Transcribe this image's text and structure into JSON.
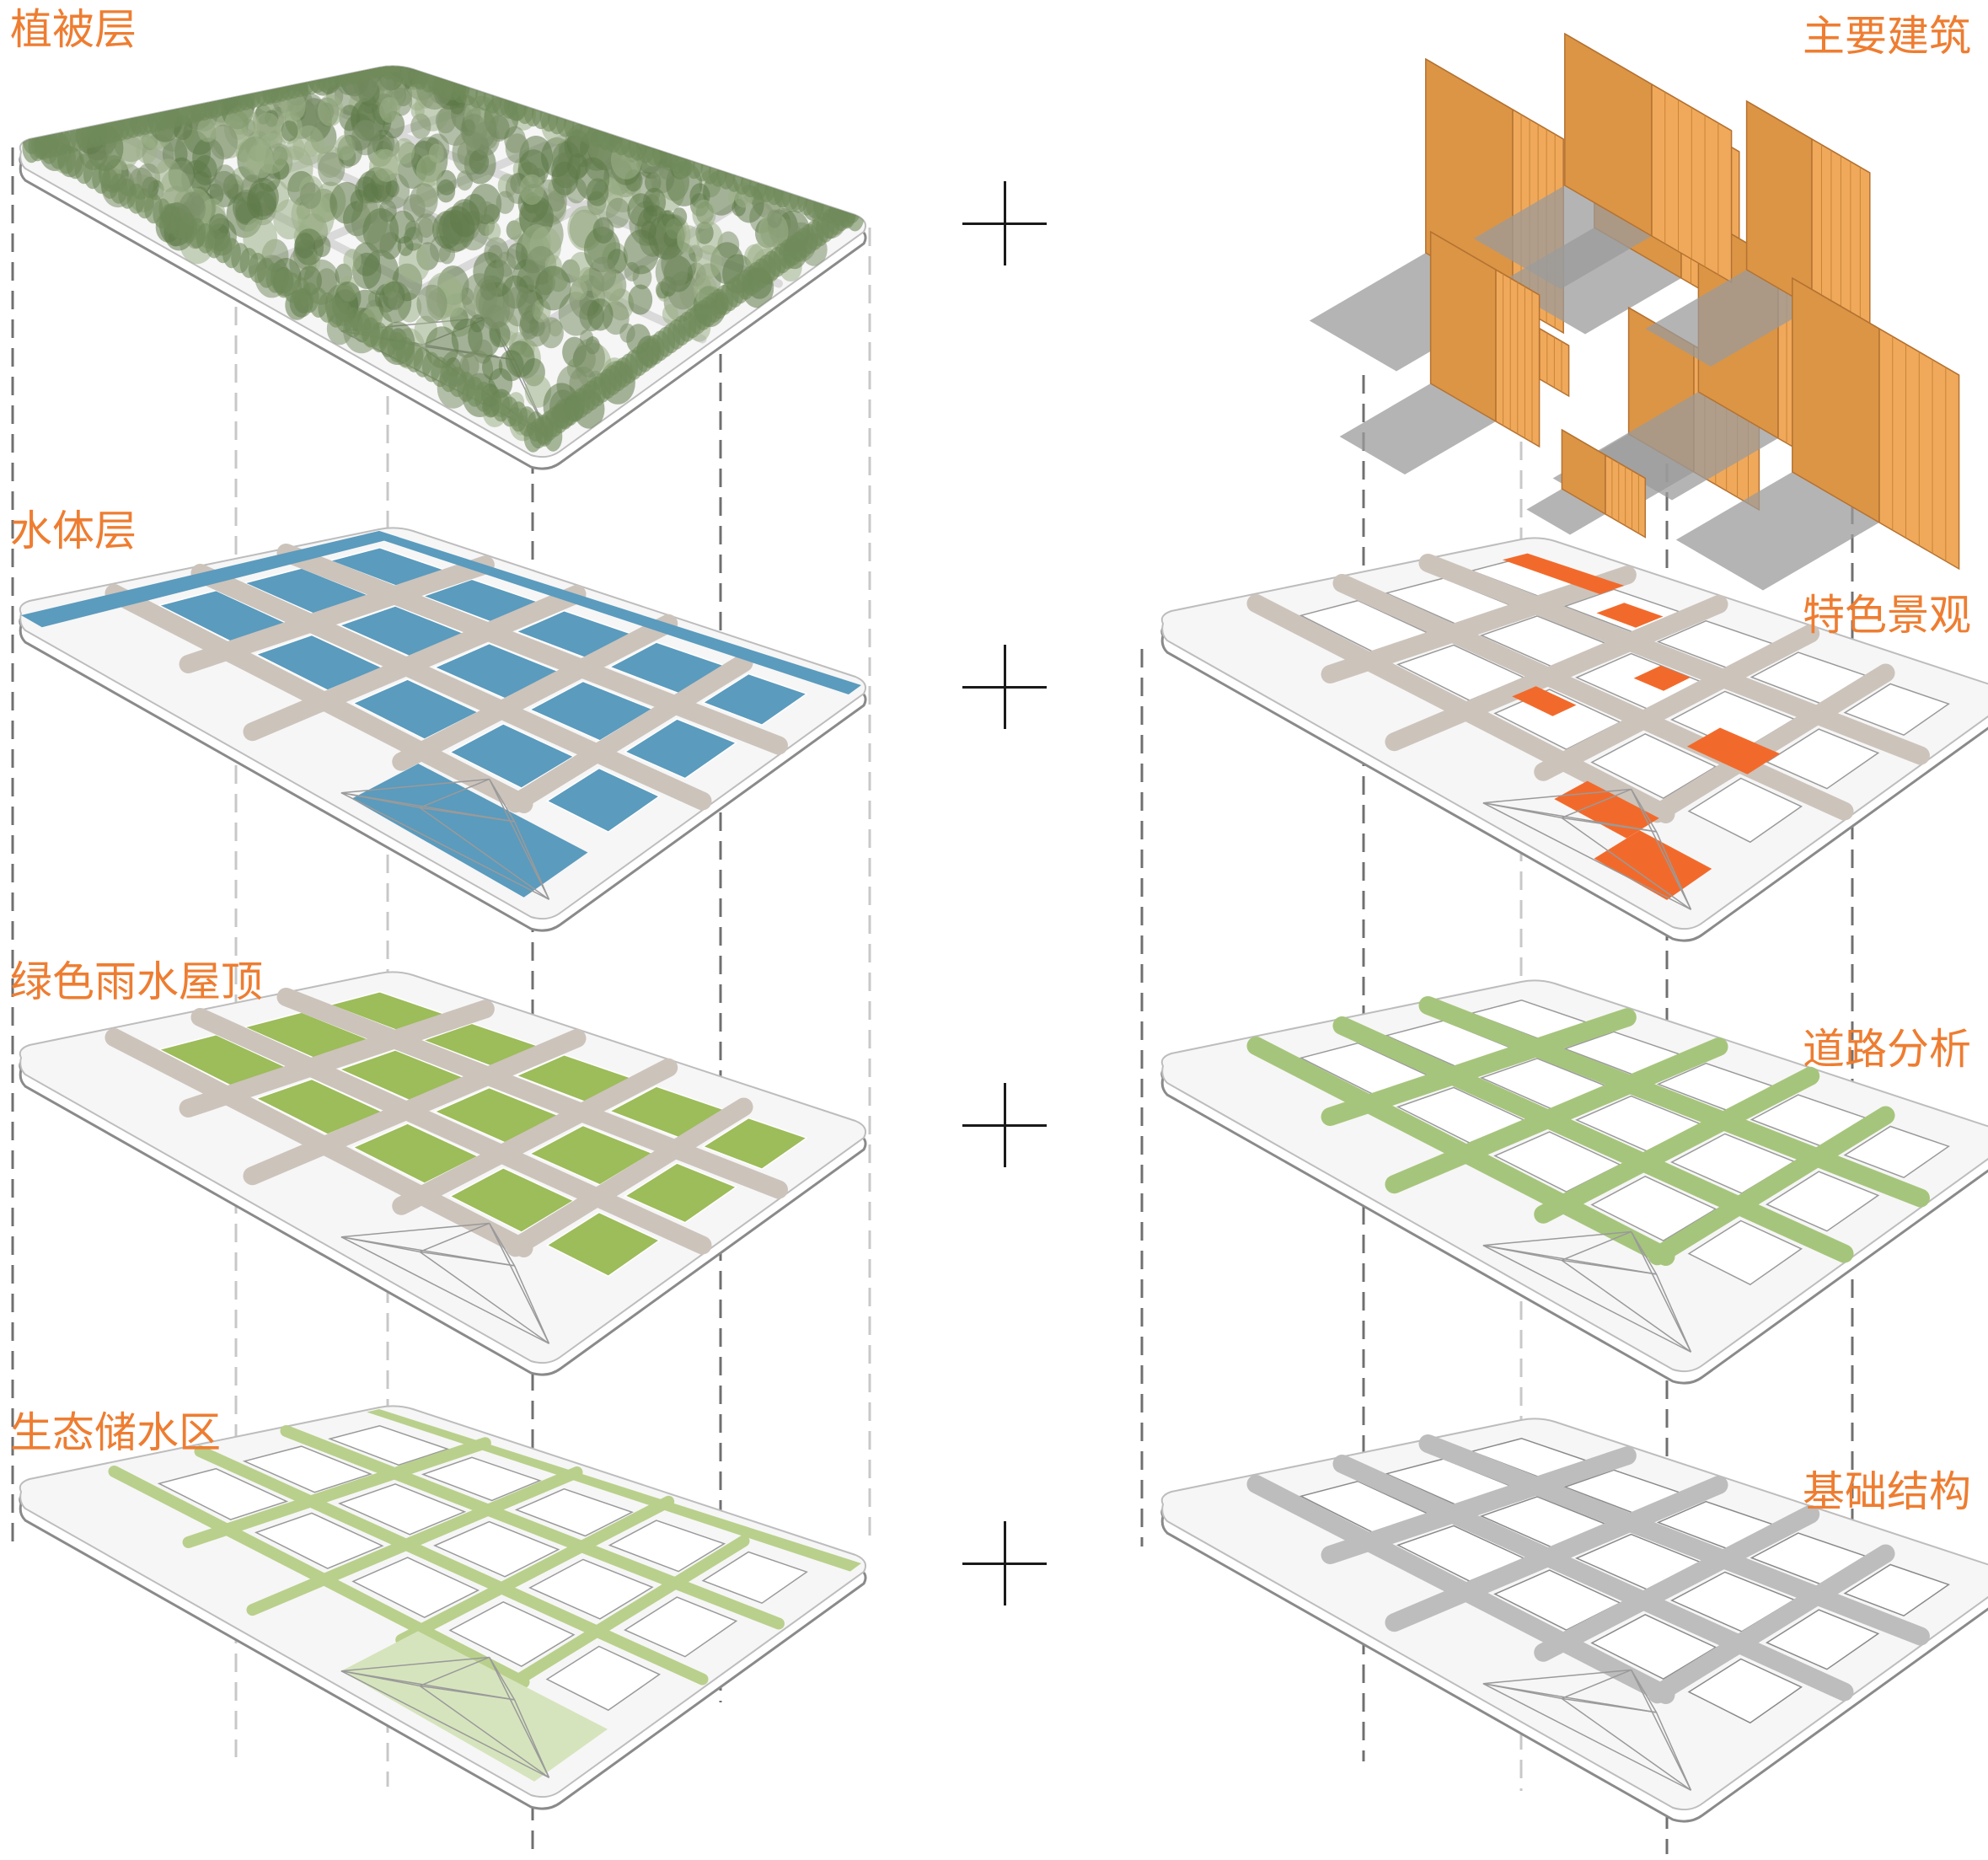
{
  "left_layers": [
    {
      "id": "vegetation",
      "label": "植被层",
      "style": "vegetation"
    },
    {
      "id": "water",
      "label": "水体层",
      "style": "water",
      "accent": "#5b9bbd"
    },
    {
      "id": "green-roof",
      "label": "绿色雨水屋顶",
      "style": "roof",
      "accent": "#9dbc5a"
    },
    {
      "id": "eco-storage",
      "label": "生态储水区",
      "style": "eco",
      "accent": "#b9d08c"
    }
  ],
  "right_layers": [
    {
      "id": "buildings",
      "label": "主要建筑",
      "style": "buildings",
      "accent": "#f0a95a"
    },
    {
      "id": "landscape",
      "label": "特色景观",
      "style": "landscape",
      "accent": "#f26a2b"
    },
    {
      "id": "roads",
      "label": "道路分析",
      "style": "roads",
      "accent": "#a6c57c"
    },
    {
      "id": "base",
      "label": "基础结构",
      "style": "base",
      "accent": "#bdbdbd"
    }
  ],
  "plus_count": 4,
  "colors": {
    "label": "#ee7d31",
    "path": "#ccc3bb",
    "base_plate": "#f6f6f6",
    "plate_edge": "#8a8a8a",
    "guide_dark": "#707070",
    "guide_light": "#c8c8c8",
    "tree_dark": "#5e7a48",
    "tree_light": "#9db088",
    "shadow": "#9b9b9b"
  }
}
